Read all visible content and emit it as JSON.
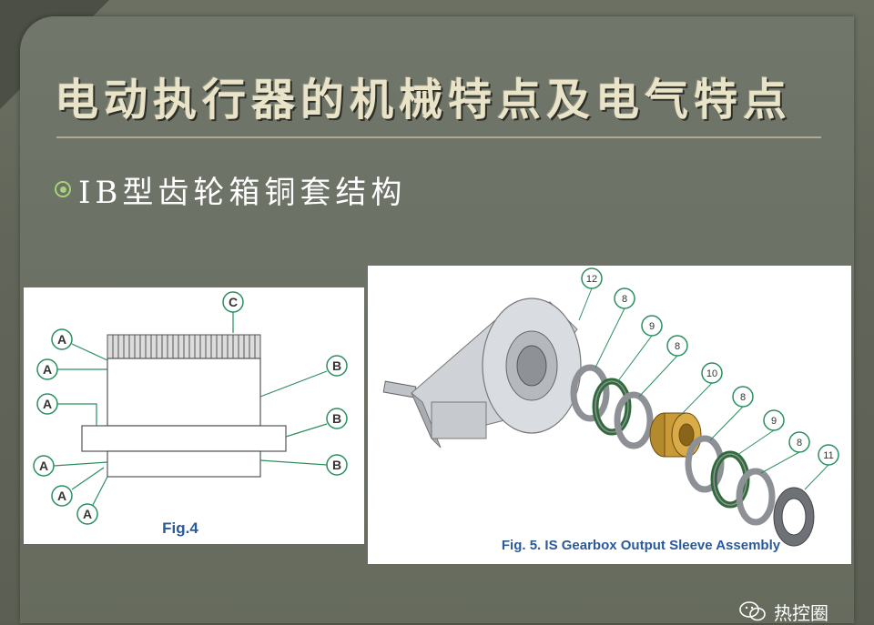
{
  "slide": {
    "title": "电动执行器的机械特点及电气特点",
    "bullet": "IB型齿轮箱铜套结构"
  },
  "fig4": {
    "caption": "Fig.4",
    "label_a": "A",
    "label_b": "B",
    "label_c": "C"
  },
  "fig5": {
    "caption": "Fig. 5. IS Gearbox Output Sleeve Assembly",
    "parts": [
      "12",
      "8",
      "9",
      "8",
      "10",
      "8",
      "9",
      "8",
      "11"
    ]
  },
  "watermark": {
    "text": "热控圈"
  }
}
